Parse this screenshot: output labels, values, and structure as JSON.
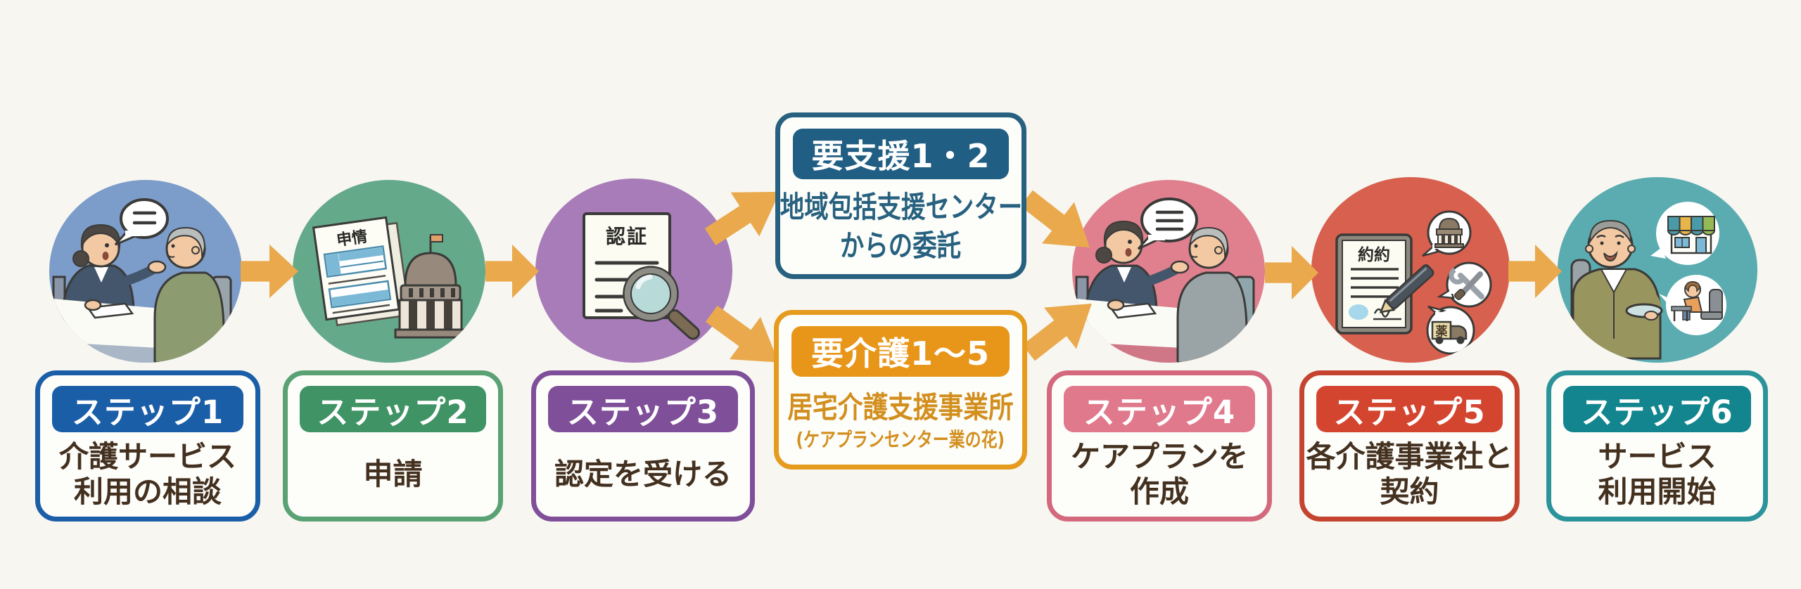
{
  "background_color": "#f7f6f1",
  "arrow_color": "#eaa94c",
  "steps": [
    {
      "badge": "ステップ1",
      "label_lines": [
        "介護サービス",
        "利用の相談"
      ],
      "border_color": "#1b5ea8",
      "badge_color": "#1b5ea8",
      "circle_color": "#7c9cc9",
      "illustration": "consultation-scene"
    },
    {
      "badge": "ステップ2",
      "label_lines": [
        "申請"
      ],
      "border_color": "#5aa273",
      "badge_color": "#3f9364",
      "circle_color": "#64a989",
      "illustration": "application-documents-government-building"
    },
    {
      "badge": "ステップ3",
      "label_lines": [
        "認定を受ける"
      ],
      "border_color": "#7f4f99",
      "badge_color": "#7f4f99",
      "circle_color": "#a87cb8",
      "illustration": "certificate-with-magnifier"
    },
    {
      "badge": "ステップ4",
      "label_lines": [
        "ケアプランを",
        "作成"
      ],
      "border_color": "#d4697e",
      "badge_color": "#e0798c",
      "circle_color": "#e0808f",
      "illustration": "care-plan-consultation"
    },
    {
      "badge": "ステップ5",
      "label_lines": [
        "各介護事業社と",
        "契約"
      ],
      "border_color": "#c4442f",
      "badge_color": "#d4452f",
      "circle_color": "#d8604e",
      "illustration": "contract-signing-providers"
    },
    {
      "badge": "ステップ6",
      "label_lines": [
        "サービス",
        "利用開始"
      ],
      "border_color": "#2b939a",
      "badge_color": "#12858e",
      "circle_color": "#5aacb0",
      "illustration": "service-start-elderly"
    }
  ],
  "branches": [
    {
      "badge": "要支援1・2",
      "lines": [
        "地域包括支援センター",
        "からの委託"
      ],
      "border_color": "#27617f",
      "badge_color": "#215e83",
      "text_color": "#27617f"
    },
    {
      "badge": "要介護1〜5",
      "lines": [
        "居宅介護支援事業所",
        "(ケアプランセンター業の花)"
      ],
      "border_color": "#e59b1e",
      "badge_color": "#e8961a",
      "text_color": "#d28f1e"
    }
  ],
  "illustration_labels": {
    "application_doc": "申情",
    "certificate_doc": "認証",
    "contract_doc": "約約",
    "medicine_box": "薬"
  },
  "icons": [
    "speech-bubble-icon",
    "government-building-icon",
    "magnifier-icon",
    "pen-icon",
    "stamp-icon",
    "wrench-tools-icon",
    "delivery-truck-icon",
    "shop-icon",
    "caregiving-scene-icon"
  ]
}
